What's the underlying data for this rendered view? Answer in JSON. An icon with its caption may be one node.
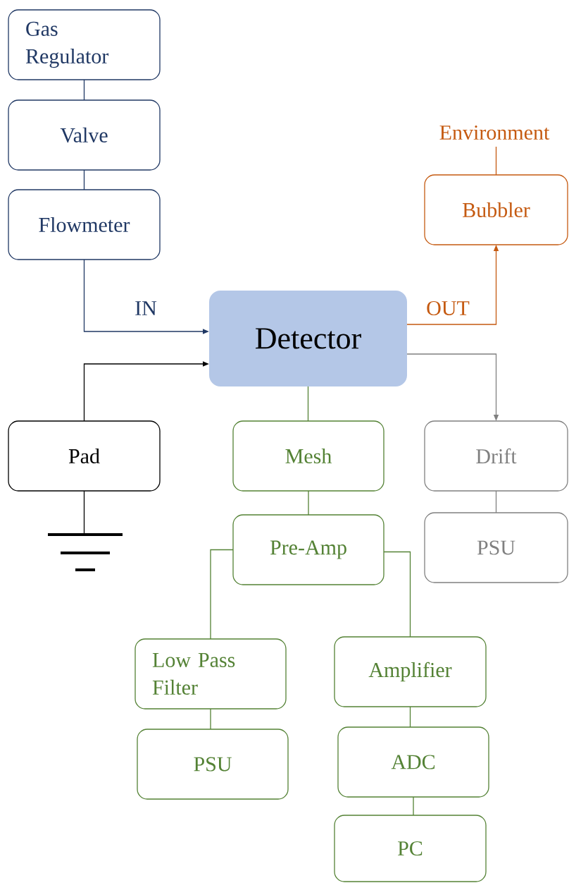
{
  "diagram": {
    "nodes": [
      {
        "text": [
          "Gas Regulator"
        ]
      },
      {
        "text": [
          "Valve"
        ]
      },
      {
        "text": [
          "Flowmeter"
        ]
      },
      {
        "text": [
          "Detector"
        ]
      },
      {
        "text": [
          "Environment"
        ]
      },
      {
        "text": [
          "Bubbler"
        ]
      },
      {
        "text": [
          "Pad"
        ]
      },
      {
        "text": [],
        "shape": "ground"
      },
      {
        "text": [
          "Mesh"
        ]
      },
      {
        "text": [
          "Drift"
        ]
      },
      {
        "text": [
          "PSU"
        ]
      },
      {
        "text": [
          "Pre-Amp"
        ]
      },
      {
        "text": [
          "Low Pass Filter"
        ]
      },
      {
        "text": [
          "Amplifier"
        ]
      },
      {
        "text": [
          "PSU"
        ]
      },
      {
        "text": [
          "ADC"
        ]
      },
      {
        "text": [
          "PC"
        ]
      }
    ],
    "edges": [
      {
        "from": 0,
        "to": 1,
        "arrow": "none",
        "color": "#203864"
      },
      {
        "from": 1,
        "to": 2,
        "arrow": "none",
        "color": "#203864"
      },
      {
        "from": 2,
        "to": 3,
        "arrow": "to",
        "label": "IN",
        "color": "#203864"
      },
      {
        "from": 6,
        "to": 3,
        "arrow": "to",
        "color": "#000000"
      },
      {
        "from": 6,
        "to": 7,
        "arrow": "none",
        "color": "#000000"
      },
      {
        "from": 3,
        "to": 5,
        "arrow": "to",
        "label": "OUT",
        "color": "#c55a11"
      },
      {
        "from": 5,
        "to": 4,
        "arrow": "none",
        "color": "#c55a11"
      },
      {
        "from": 3,
        "to": 9,
        "arrow": "to",
        "color": "#808080"
      },
      {
        "from": 9,
        "to": 10,
        "arrow": "none",
        "color": "#808080"
      },
      {
        "from": 3,
        "to": 8,
        "arrow": "none"
      },
      {
        "from": 8,
        "to": 11,
        "arrow": "none"
      },
      {
        "from": 11,
        "to": 12,
        "arrow": "none"
      },
      {
        "from": 11,
        "to": 13,
        "arrow": "none"
      },
      {
        "from": 12,
        "to": 14,
        "arrow": "none"
      },
      {
        "from": 13,
        "to": 15,
        "arrow": "none"
      },
      {
        "from": 15,
        "to": 16,
        "arrow": "none"
      }
    ]
  }
}
